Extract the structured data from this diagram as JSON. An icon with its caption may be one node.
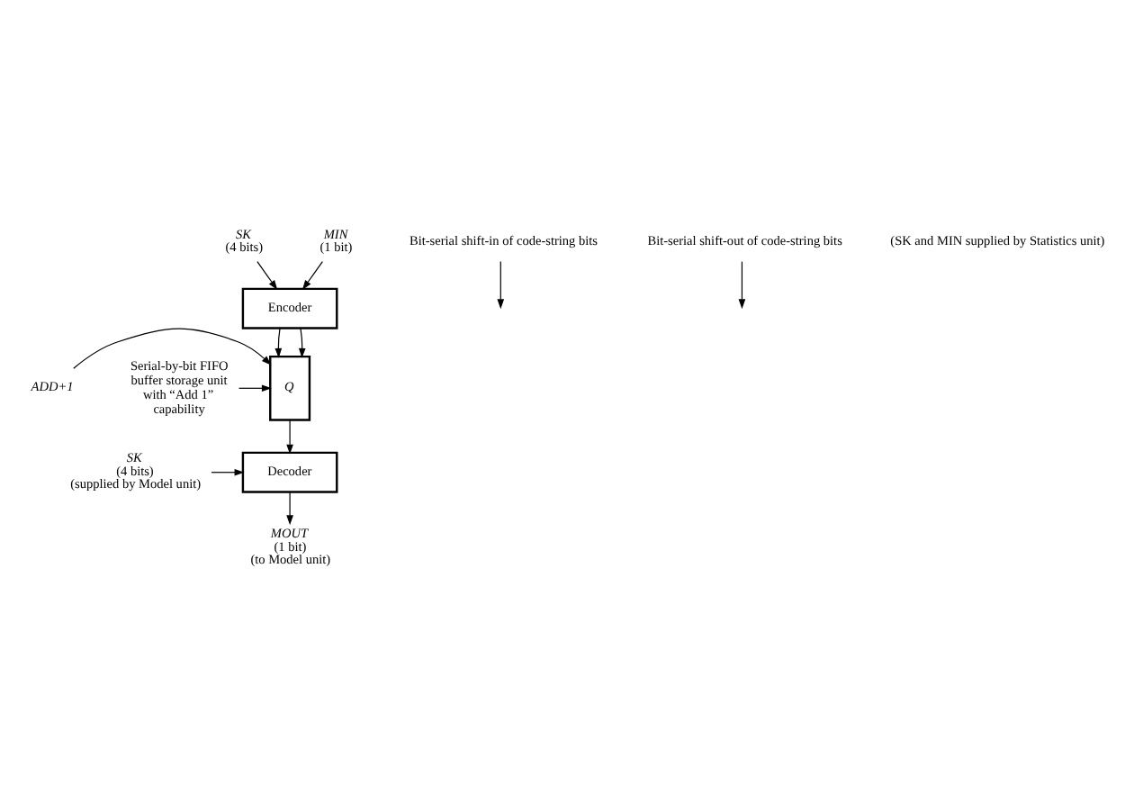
{
  "diagram": {
    "nodes": [
      {
        "text": [
          "SK",
          "(4 bits)"
        ]
      },
      {
        "text": [
          "MIN",
          "(1 bit)"
        ]
      },
      {
        "text": [
          "Encoder"
        ]
      },
      {
        "text": [
          "ADD+1"
        ]
      },
      {
        "text": [
          "Q"
        ]
      },
      {
        "text": [
          "Decoder"
        ]
      },
      {
        "text": [
          "SK",
          "(4 bits)",
          "(supplied by Model unit)"
        ]
      },
      {
        "text": [
          "MOUT",
          "(1 bit)",
          "(to Model unit)"
        ]
      },
      {
        "text": [
          "Bit-serial shift-in of code-string bits"
        ]
      },
      {
        "text": [
          "Serial-by-bit FIFO buffer storage unit with “Add 1” capability"
        ]
      },
      {
        "text": [
          "Bit-serial shift-out of code-string bits"
        ]
      }
    ],
    "edges": [
      {
        "from": 0,
        "to": 2,
        "arrow": "to"
      },
      {
        "from": 1,
        "to": 2,
        "arrow": "to"
      },
      {
        "from": 2,
        "to": 4,
        "arrow": "to"
      },
      {
        "from": 2,
        "to": 4,
        "arrow": "to"
      },
      {
        "from": 3,
        "to": 4,
        "arrow": "to"
      },
      {
        "from": 8,
        "to": null,
        "arrow": "to"
      },
      {
        "from": 9,
        "to": 4,
        "arrow": "to"
      },
      {
        "from": 4,
        "to": 5,
        "arrow": "to"
      },
      {
        "from": 10,
        "to": null,
        "arrow": "to"
      },
      {
        "from": 6,
        "to": 5,
        "arrow": "to"
      },
      {
        "from": 5,
        "to": 7,
        "arrow": "to"
      }
    ],
    "labels": [
      "(SK and MIN supplied by Statistics unit)"
    ]
  }
}
